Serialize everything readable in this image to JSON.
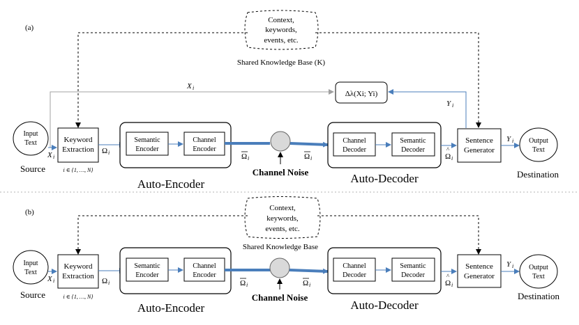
{
  "panels": [
    {
      "label": "(a)",
      "knowledge_cloud": [
        "Context,",
        "keywords,",
        "events, etc."
      ],
      "knowledge_base_label": "Shared Knowledge Base (K)",
      "input": [
        "Input",
        "Text"
      ],
      "source_label": "Source",
      "x_i": "X",
      "keyword_extraction": [
        "Keyword",
        "Extraction"
      ],
      "index_range": "i ∈ {1, …, N}",
      "omega": "Ω",
      "semantic_encoder": [
        "Semantic",
        "Encoder"
      ],
      "channel_encoder": [
        "Channel",
        "Encoder"
      ],
      "auto_encoder": "Auto-Encoder",
      "channel_noise": "Channel Noise",
      "channel_decoder": [
        "Channel",
        "Decoder"
      ],
      "semantic_decoder": [
        "Semantic",
        "Decoder"
      ],
      "auto_decoder": "Auto-Decoder",
      "sentence_generator": [
        "Sentence",
        "Generator"
      ],
      "y_i": "Y",
      "output": [
        "Output",
        "Text"
      ],
      "destination_label": "Destination",
      "feedback_top": "X",
      "feedback_right": "Y",
      "loss_label": "Δλ(Xi; Yi)"
    },
    {
      "label": "(b)",
      "knowledge_cloud": [
        "Context,",
        "keywords,",
        "events, etc."
      ],
      "knowledge_base_label": "Shared Knowledge Base",
      "input": [
        "Input",
        "Text"
      ],
      "source_label": "Source",
      "x_i": "X",
      "keyword_extraction": [
        "Keyword",
        "Extraction"
      ],
      "index_range": "i ∈ {1, …, N}",
      "omega": "Ω",
      "semantic_encoder": [
        "Semantic",
        "Encoder"
      ],
      "channel_encoder": [
        "Channel",
        "Encoder"
      ],
      "auto_encoder": "Auto-Encoder",
      "channel_noise": "Channel Noise",
      "channel_decoder": [
        "Channel",
        "Decoder"
      ],
      "semantic_decoder": [
        "Semantic",
        "Decoder"
      ],
      "auto_decoder": "Auto-Decoder",
      "sentence_generator": [
        "Sentence",
        "Generator"
      ],
      "y_i": "Y",
      "output": [
        "Output",
        "Text"
      ],
      "destination_label": "Destination"
    }
  ],
  "colors": {
    "link": "#4a7ebb",
    "feedback": "#a0a0a0",
    "noise_node": "#d9d9d9"
  }
}
